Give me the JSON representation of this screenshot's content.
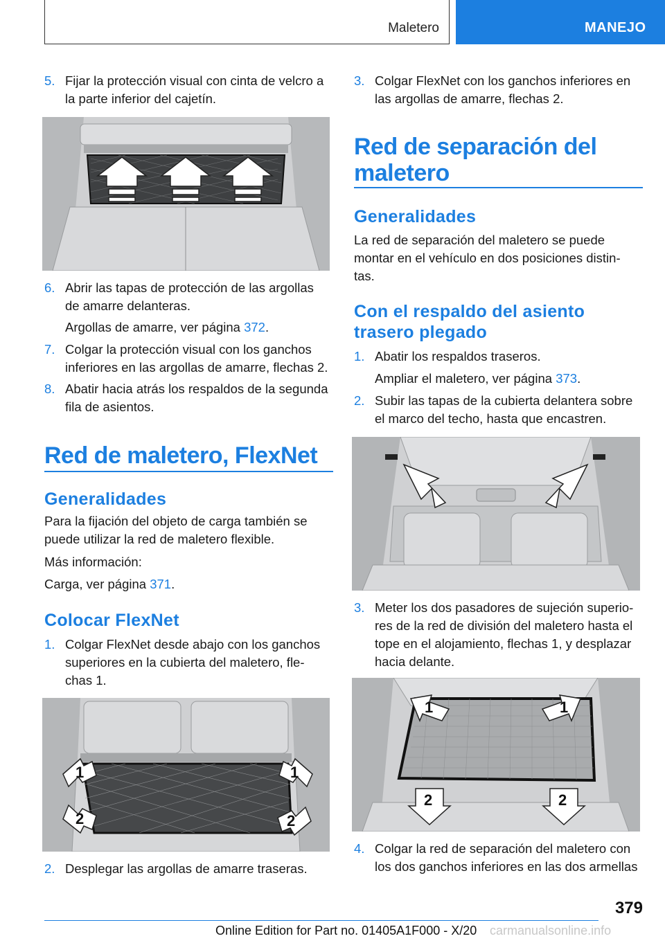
{
  "header": {
    "section": "Maletero",
    "chapter": "MANEJO"
  },
  "left": {
    "step5": {
      "num": "5.",
      "line1": "Fijar la protección visual con cinta de velcro a",
      "line2": "la parte inferior del cajetín."
    },
    "step6": {
      "num": "6.",
      "line1": "Abrir las tapas de protección de las argollas",
      "line2": "de amarre delanteras.",
      "ref_text": "Argollas de amarre, ver página ",
      "ref_page": "372",
      "ref_end": "."
    },
    "step7": {
      "num": "7.",
      "line1": "Colgar la protección visual con los ganchos",
      "line2": "inferiores en las argollas de amarre, flechas 2."
    },
    "step8": {
      "num": "8.",
      "line1": "Abatir hacia atrás los respaldos de la segunda",
      "line2": "fila de asientos."
    },
    "heading": "Red de maletero, FlexNet",
    "sub1": "Generalidades",
    "gen_line1": "Para la fijación del objeto de carga también se",
    "gen_line2": "puede utilizar la red de maletero flexible.",
    "more_info": "Más información:",
    "carga_text": "Carga, ver página ",
    "carga_page": "371",
    "carga_end": ".",
    "sub2": "Colocar FlexNet",
    "stepA": {
      "num": "1.",
      "line1": "Colgar FlexNet desde abajo con los ganchos",
      "line2": "superiores en la cubierta del maletero, fle-",
      "line3": "chas 1."
    },
    "stepB": {
      "num": "2.",
      "line1": "Desplegar las argollas de amarre traseras."
    }
  },
  "right": {
    "step3a": {
      "num": "3.",
      "line1": "Colgar FlexNet con los ganchos inferiores en",
      "line2": "las argollas de amarre, flechas 2."
    },
    "heading_l1": "Red de separación del",
    "heading_l2": "maletero",
    "sub1": "Generalidades",
    "gen_line1": "La red de separación del maletero se puede",
    "gen_line2": "montar en el vehículo en dos posiciones distin-",
    "gen_line3": "tas.",
    "sub2_l1": "Con el respaldo del asiento",
    "sub2_l2": "trasero plegado",
    "step1": {
      "num": "1.",
      "line1": "Abatir los respaldos traseros.",
      "ref_text": "Ampliar el maletero, ver página ",
      "ref_page": "373",
      "ref_end": "."
    },
    "step2": {
      "num": "2.",
      "line1": "Subir las tapas de la cubierta delantera sobre",
      "line2": "el marco del techo, hasta que encastren."
    },
    "step3b": {
      "num": "3.",
      "line1": "Meter los dos pasadores de sujeción superio-",
      "line2": "res de la red de división del maletero hasta el",
      "line3": "tope en el alojamiento, flechas 1, y desplazar",
      "line4": "hacia delante."
    },
    "step4": {
      "num": "4.",
      "line1": "Colgar la red de separación del maletero con",
      "line2": "los dos ganchos inferiores en las dos armellas"
    }
  },
  "figures": {
    "arrow_label_1": "1",
    "arrow_label_2": "2"
  },
  "footer": {
    "page": "379",
    "edition": "Online Edition for Part no. 01405A1F000 - X/20",
    "watermark": "carmanualsonline.info"
  },
  "colors": {
    "accent": "#1c7fe0",
    "figure_bg": "#c9cacc"
  }
}
